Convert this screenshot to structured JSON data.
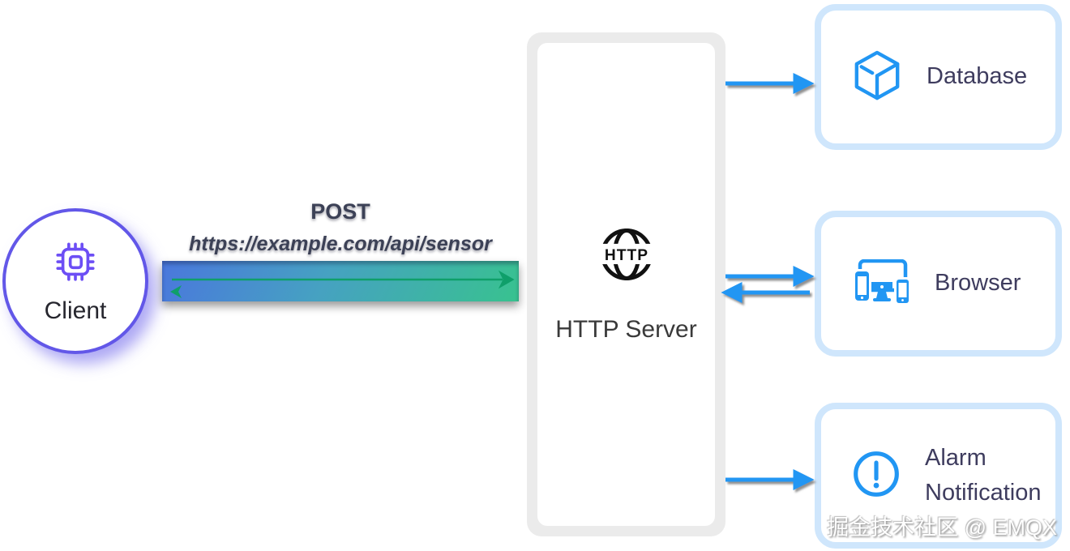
{
  "client": {
    "label": "Client"
  },
  "request": {
    "method": "POST",
    "url": "https://example.com/api/sensor"
  },
  "server": {
    "icon_label": "HTTP",
    "label": "HTTP Server"
  },
  "targets": [
    {
      "label": "Database",
      "icon": "cube-icon"
    },
    {
      "label": "Browser",
      "icon": "devices-icon"
    },
    {
      "label": "Alarm Notification",
      "icon": "alert-circle-icon"
    }
  ],
  "watermark": {
    "text": "掘金技术社区 @ EMQX"
  },
  "colors": {
    "accent_blue": "#2196f3",
    "client_purple": "#6c4ef5",
    "band_blue": "#4a77dd",
    "band_green": "#38c28f",
    "arrow_green": "#0f9f6a",
    "box_border_blue": "#cfe6fc",
    "server_frame_gray": "#ebebeb",
    "text_dark": "#3e3c5e"
  }
}
